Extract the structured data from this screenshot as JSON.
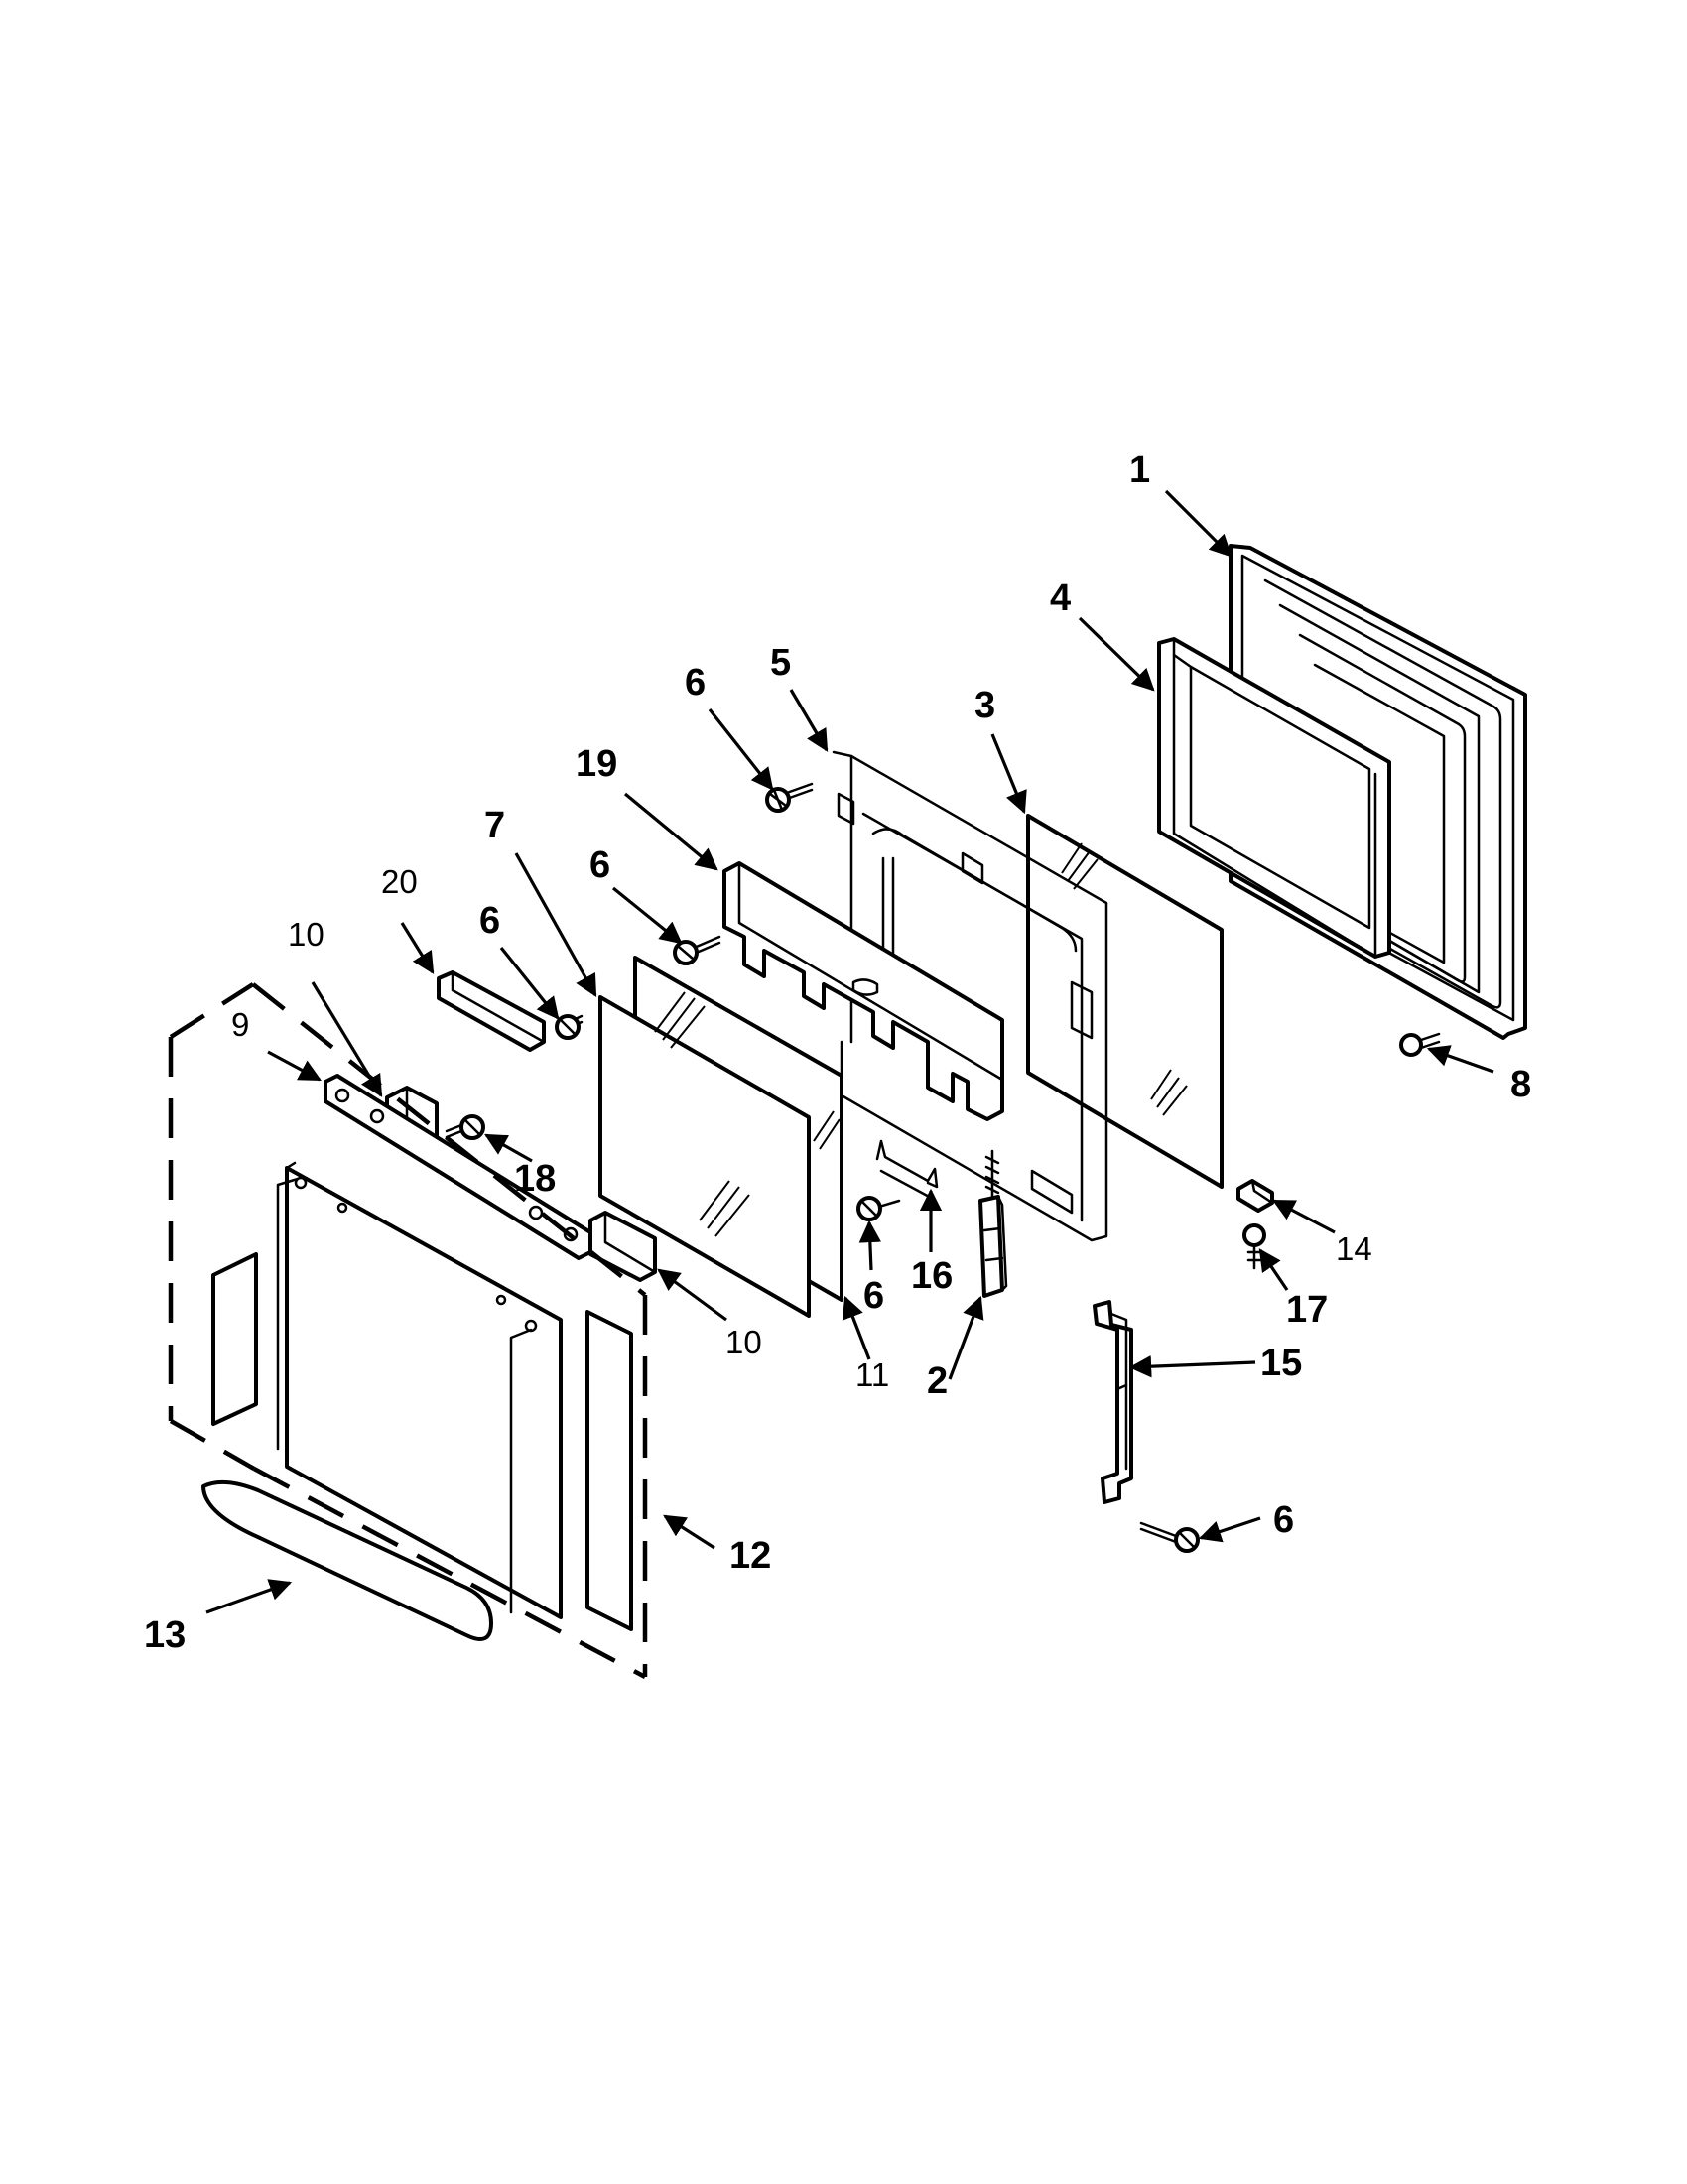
{
  "callouts": [
    {
      "id": "c1",
      "label": "1"
    },
    {
      "id": "c4",
      "label": "4"
    },
    {
      "id": "c3",
      "label": "3"
    },
    {
      "id": "c5",
      "label": "5"
    },
    {
      "id": "c6a",
      "label": "6"
    },
    {
      "id": "c19",
      "label": "19"
    },
    {
      "id": "c6b",
      "label": "6"
    },
    {
      "id": "c7",
      "label": "7"
    },
    {
      "id": "c20",
      "label": "20"
    },
    {
      "id": "c6c",
      "label": "6"
    },
    {
      "id": "c10a",
      "label": "10"
    },
    {
      "id": "c9",
      "label": "9"
    },
    {
      "id": "c18",
      "label": "18"
    },
    {
      "id": "c8",
      "label": "8"
    },
    {
      "id": "c14",
      "label": "14"
    },
    {
      "id": "c17",
      "label": "17"
    },
    {
      "id": "c16",
      "label": "16"
    },
    {
      "id": "c6d",
      "label": "6"
    },
    {
      "id": "c10b",
      "label": "10"
    },
    {
      "id": "c11",
      "label": "11"
    },
    {
      "id": "c2",
      "label": "2"
    },
    {
      "id": "c15",
      "label": "15"
    },
    {
      "id": "c6e",
      "label": "6"
    },
    {
      "id": "c12",
      "label": "12"
    },
    {
      "id": "c13",
      "label": "13"
    }
  ]
}
